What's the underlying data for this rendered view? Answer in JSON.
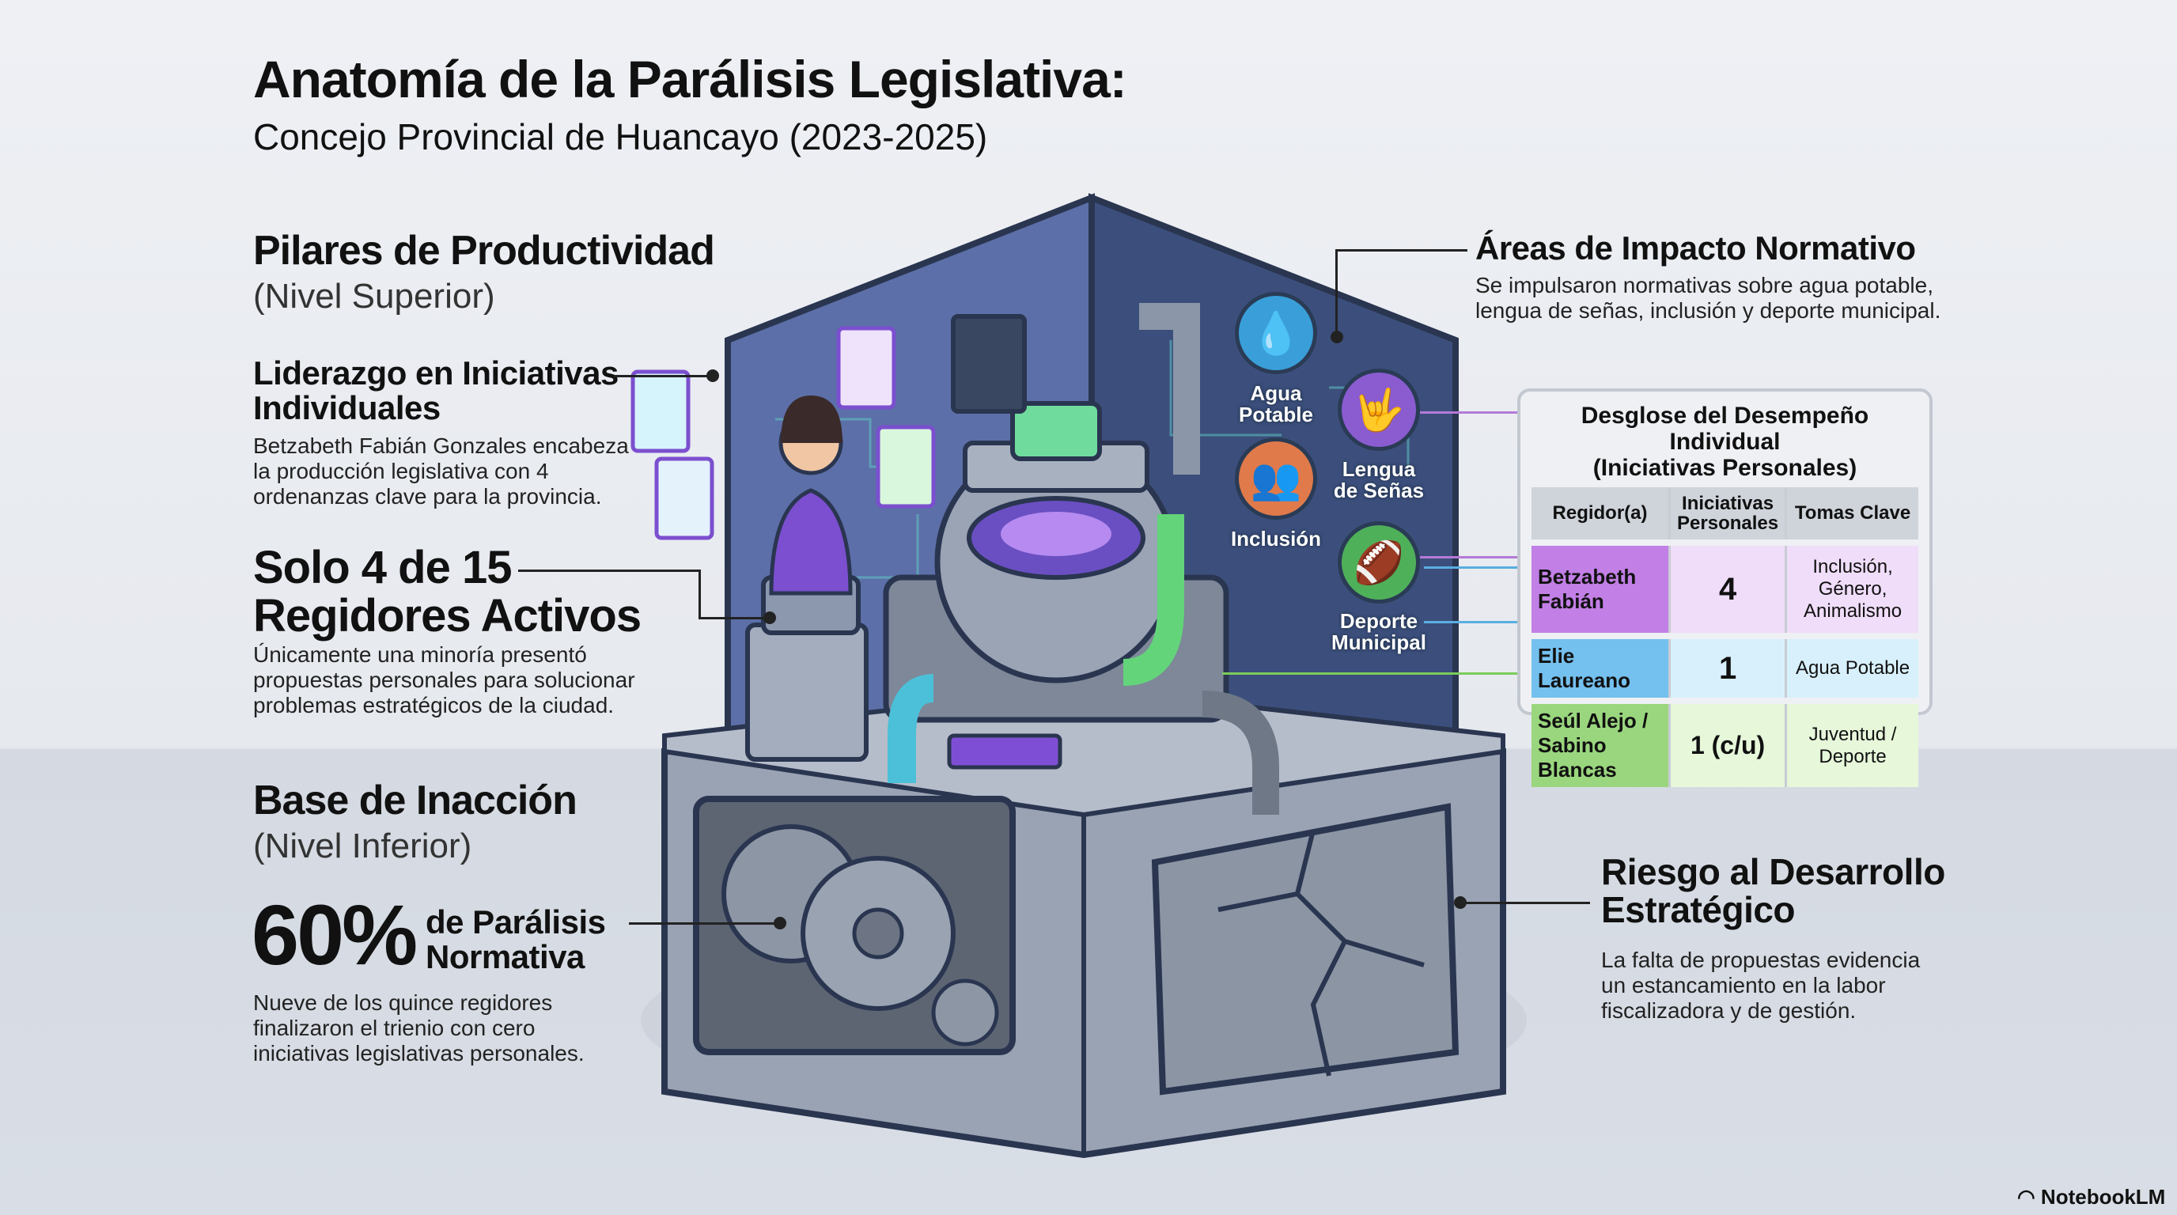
{
  "header": {
    "title": "Anatomía de la Parálisis Legislativa:",
    "subtitle": "Concejo Provincial de Huancayo (2023-2025)"
  },
  "top_section": {
    "title": "Pilares de Productividad",
    "level": "(Nivel Superior)"
  },
  "leadership": {
    "title_l1": "Liderazgo en Iniciativas",
    "title_l2": "Individuales",
    "text_l1": "Betzabeth Fabián Gonzales encabeza",
    "text_l2": "la producción legislativa con 4",
    "text_l3": "ordenanzas clave para la provincia."
  },
  "active": {
    "title_l1": "Solo 4 de 15",
    "title_l2": "Regidores Activos",
    "text_l1": "Únicamente una minoría presentó",
    "text_l2": "propuestas personales para solucionar",
    "text_l3": "problemas estratégicos de la ciudad."
  },
  "base": {
    "title": "Base de Inacción",
    "level": "(Nivel Inferior)",
    "percent": "60%",
    "percent_label_l1": "de Parálisis",
    "percent_label_l2": "Normativa",
    "text_l1": "Nueve de los quince regidores",
    "text_l2": "finalizaron el trienio con cero",
    "text_l3": "iniciativas legislativas personales."
  },
  "impact": {
    "title": "Áreas de Impacto Normativo",
    "text_l1": "Se impulsaron normativas sobre agua potable,",
    "text_l2": "lengua de señas, inclusión y deporte municipal."
  },
  "areas": [
    {
      "label_l1": "Agua",
      "label_l2": "Potable",
      "icon": "water-drop-icon",
      "color": "#3a9fd8"
    },
    {
      "label_l1": "Lengua",
      "label_l2": "de Señas",
      "icon": "sign-language-icon",
      "color": "#8a5cd0"
    },
    {
      "label_l1": "Inclusión",
      "label_l2": "",
      "icon": "people-icon",
      "color": "#e07a4a"
    },
    {
      "label_l1": "Deporte",
      "label_l2": "Municipal",
      "icon": "football-icon",
      "color": "#4fb05a"
    }
  ],
  "table": {
    "title_l1": "Desglose del Desempeño Individual",
    "title_l2": "(Iniciativas Personales)",
    "headers": [
      "Regidor(a)",
      "Iniciativas Personales",
      "Tomas Clave"
    ],
    "rows": [
      {
        "name": "Betzabeth Fabián",
        "count": "4",
        "topics": "Inclusión, Género, Animalismo",
        "color": "#c27fe6",
        "light": "#f0ddf9"
      },
      {
        "name": "Elie Laureano",
        "count": "1",
        "topics": "Agua Potable",
        "color": "#74c0ee",
        "light": "#d8f0fb"
      },
      {
        "name": "Seúl Alejo / Sabino Blancas",
        "count": "1 (c/u)",
        "topics": "Juventud / Deporte",
        "color": "#9ad67e",
        "light": "#e6f7da"
      }
    ]
  },
  "risk": {
    "title_l1": "Riesgo al Desarrollo",
    "title_l2": "Estratégico",
    "text_l1": "La falta de propuestas evidencia",
    "text_l2": "un estancamiento en la labor",
    "text_l3": "fiscalizadora y de gestión."
  },
  "brand": "NotebookLM"
}
